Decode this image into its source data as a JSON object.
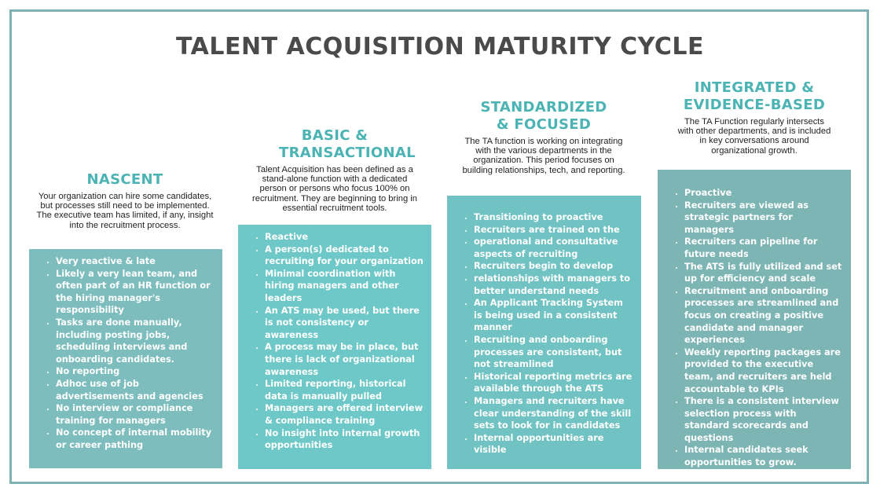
{
  "title": "TALENT ACQUISITION MATURITY CYCLE",
  "colors": {
    "accent": "#4bb3b3",
    "box1": "#7dbdbd",
    "box2": "#6fc8c8",
    "box3": "#71c2c2",
    "box4": "#7db4b4",
    "frame": "#7fb3b3"
  },
  "stages": [
    {
      "name": "NASCENT",
      "description": "Your organization can hire some candidates, but processes still need to be implemented. The executive team has limited, if any, insight into the recruitment process.",
      "items": [
        "Very reactive & late",
        "Likely a very lean team, and often part of an HR function or the hiring manager's responsibility",
        "Tasks are done manually, including posting jobs, scheduling interviews and onboarding candidates.",
        "No reporting",
        "Adhoc use of job advertisements and agencies",
        "No interview or compliance training for managers",
        "No concept of internal mobility or career pathing"
      ]
    },
    {
      "name": "BASIC & TRANSACTIONAL",
      "description": "Talent Acquisition has been defined as a stand-alone function with a dedicated person or persons who focus 100% on recruitment. They are beginning to bring in essential recruitment tools.",
      "items": [
        "Reactive",
        "A person(s) dedicated to recruiting for your organization",
        "Minimal coordination with hiring managers and other leaders",
        "An ATS may be used, but there is not consistency or awareness",
        "A process may be in place, but there is lack of organizational awareness",
        "Limited reporting, historical data is manually pulled",
        "Managers are offered interview & compliance training",
        "No insight into internal growth opportunities"
      ]
    },
    {
      "name": "STANDARDIZED & FOCUSED",
      "description": "The TA function is working on integrating with the various departments in the organization. This period focuses on building relationships, tech, and reporting.",
      "items": [
        "Transitioning to proactive",
        "Recruiters are trained on the",
        "operational and consultative aspects of recruiting",
        "Recruiters begin to develop",
        "relationships with managers to better understand needs",
        "An Applicant Tracking System is being used in a consistent manner",
        "Recruiting and onboarding processes are consistent, but not streamlined",
        "Historical reporting metrics are available through the ATS",
        "Managers and recruiters have clear understanding of the skill sets to look for in candidates",
        "Internal opportunities are visible"
      ]
    },
    {
      "name": "INTEGRATED & EVIDENCE-BASED",
      "description": "The TA Function regularly intersects with other departments, and is included in key conversations around organizational growth.",
      "items": [
        "Proactive",
        "Recruiters are viewed as strategic partners for managers",
        "Recruiters can pipeline for future needs",
        "The ATS is fully utilized and set up for efficiency and scale",
        "Recruitment and onboarding processes are streamlined and focus on creating a positive candidate and manager experiences",
        "Weekly reporting packages are provided to the executive team, and recruiters are held accountable to KPIs",
        "There is a consistent interview selection process with standard scorecards and questions",
        "Internal candidates seek opportunities to grow."
      ]
    }
  ]
}
